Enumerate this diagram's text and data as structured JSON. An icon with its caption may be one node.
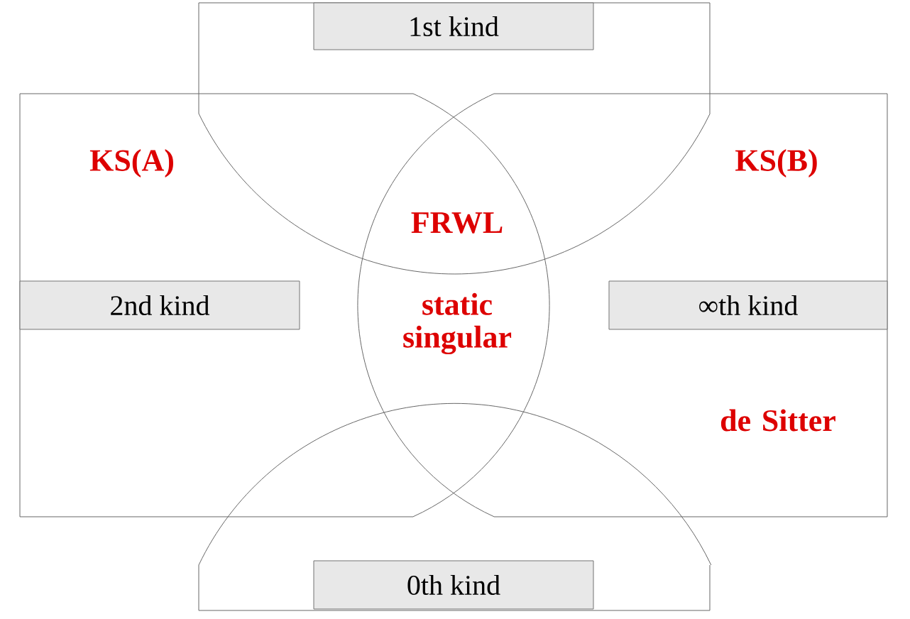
{
  "diagram": {
    "nodes": [
      {
        "text": [
          "1st kind"
        ]
      },
      {
        "text": [
          "2nd kind"
        ]
      },
      {
        "text": [
          "∞th kind"
        ]
      },
      {
        "text": [
          "0th kind"
        ]
      }
    ],
    "labels": [
      "KS(A)",
      "KS(B)",
      "FRWL",
      "static singular",
      "de Sitter"
    ]
  }
}
